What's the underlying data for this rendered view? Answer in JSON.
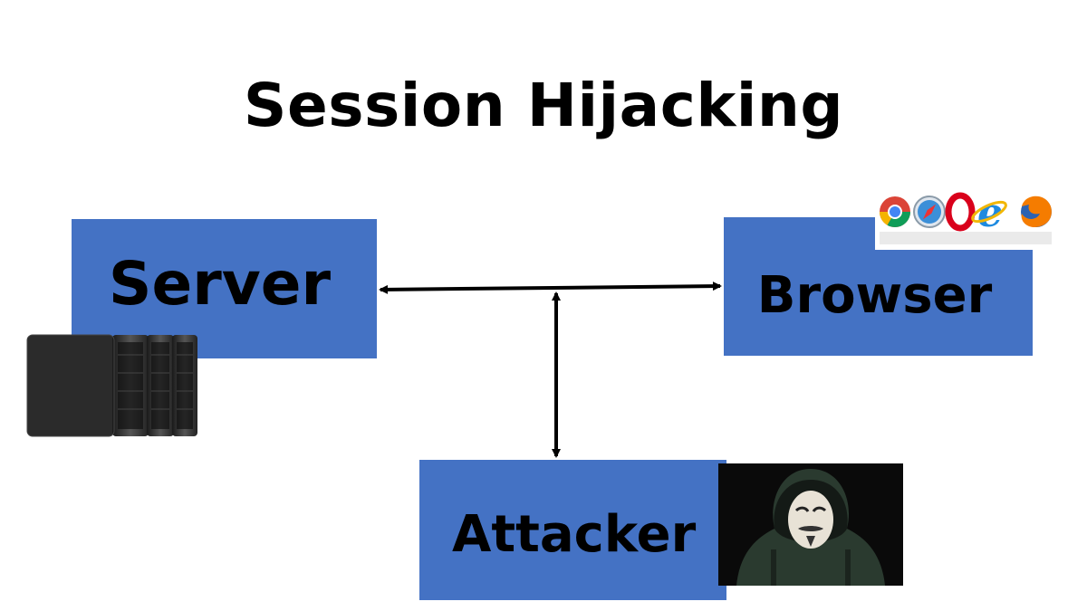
{
  "title": "Session Hijacking",
  "nodes": {
    "server": "Server",
    "browser": "Browser",
    "attacker": "Attacker"
  },
  "colors": {
    "box_fill": "#4472c4",
    "arrow": "#000000",
    "background": "#ffffff"
  },
  "icons": {
    "server": "server-rack-icon",
    "browsers": [
      "chrome-icon",
      "safari-icon",
      "opera-icon",
      "ie-icon",
      "firefox-icon"
    ],
    "attacker": "hooded-hacker-mask-icon"
  }
}
